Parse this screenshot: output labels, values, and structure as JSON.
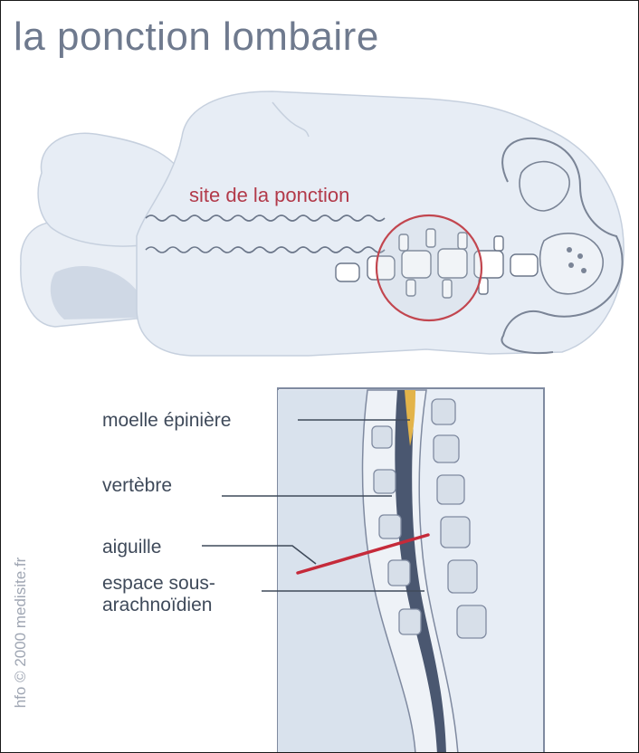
{
  "title": "la ponction lombaire",
  "credit": "hfo © 2000 medisite.fr",
  "upper_view": {
    "puncture_site_label": "site de la ponction"
  },
  "lower_view": {
    "labels": [
      {
        "id": "spinal-cord",
        "lines": [
          "moelle épinière"
        ]
      },
      {
        "id": "vertebra",
        "lines": [
          "vertèbre"
        ]
      },
      {
        "id": "needle",
        "lines": [
          "aiguille"
        ]
      },
      {
        "id": "subarachnoid-space",
        "lines": [
          "espace sous-",
          "arachnoïdien"
        ]
      }
    ]
  },
  "colors": {
    "body": "#e7edf5",
    "outline": "#c6d0de",
    "circle": "#c2464f",
    "needle": "#c52a3a",
    "cord": "#e3b44a",
    "bone": "#d7dfe9",
    "dark": "#4a5770"
  }
}
